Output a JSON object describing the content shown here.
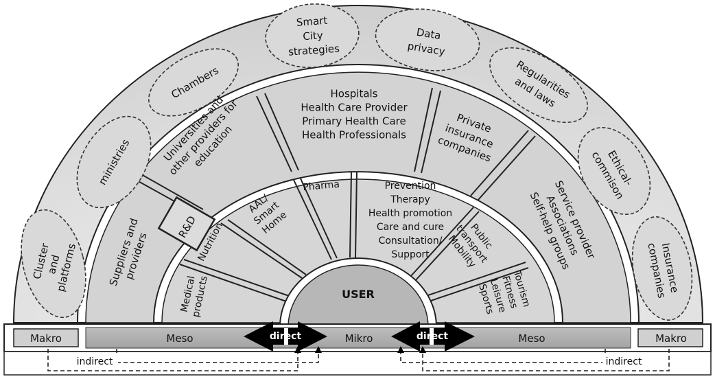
{
  "outer_ring": {
    "cluster": [
      "Cluster",
      "and",
      "platforms"
    ],
    "ministries": [
      "ministries"
    ],
    "chambers": [
      "Chambers"
    ],
    "smart_city": [
      "Smart",
      "City",
      "strategies"
    ],
    "data_privacy": [
      "Data",
      "privacy"
    ],
    "regularities": [
      "Regularities",
      "and laws"
    ],
    "ethical": [
      "Ethical-",
      "commison"
    ],
    "insurance": [
      "Insurance",
      "companies"
    ]
  },
  "middle_ring": {
    "suppliers": [
      "Suppliers and",
      "providers"
    ],
    "universities": [
      "Universities and",
      "other providers for",
      "education"
    ],
    "hospitals": [
      "Hospitals",
      "Health Care Provider",
      "Primary Health Care",
      "Health Professionals"
    ],
    "private_insurance": [
      "Private",
      "insurance",
      "companies"
    ],
    "service_provider": [
      "Service provider",
      "Associations",
      "Self-help groups"
    ],
    "rd": "R&D"
  },
  "inner_ring": {
    "medical": [
      "Medical",
      "products"
    ],
    "nutrition": [
      "Nutrition"
    ],
    "aal": [
      "AAL/",
      "Smart",
      "Home"
    ],
    "pharma": [
      "Pharma"
    ],
    "prevention": [
      "Prevention",
      "Therapy",
      "Health promotion",
      "Care and cure",
      "Consultation/",
      "Support"
    ],
    "public_transport": [
      "Public",
      "transport",
      "Mobility"
    ],
    "tourism": [
      "Tourism",
      "Fitness",
      "Leisure",
      "Sports"
    ]
  },
  "center": {
    "user": "USER"
  },
  "bar": {
    "makro_left": "Makro",
    "meso_left": "Meso",
    "mikro": "Mikro",
    "meso_right": "Meso",
    "makro_right": "Makro",
    "direct_left": "direct",
    "direct_right": "direct",
    "indirect_left": "indirect",
    "indirect_right": "indirect"
  }
}
